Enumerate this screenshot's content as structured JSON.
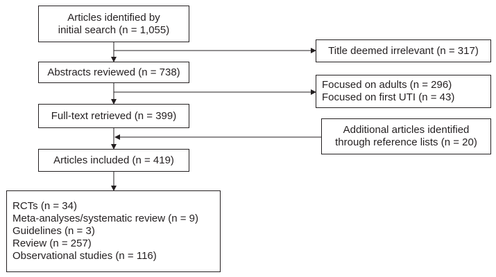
{
  "flowchart": {
    "initial_search": [
      "Articles identified by",
      "initial search (n = 1,055)"
    ],
    "abstracts_reviewed": "Abstracts reviewed (n = 738)",
    "fulltext_retrieved": "Full-text retrieved (n = 399)",
    "articles_included": "Articles included (n = 419)",
    "excluded_title": "Title deemed irrelevant (n = 317)",
    "excluded_abstract": [
      "Focused on adults (n = 296)",
      "Focused on first UTI (n = 43)"
    ],
    "additional_articles": [
      "Additional articles identified",
      "through reference lists (n = 20)"
    ],
    "included_breakdown": [
      "RCTs (n = 34)",
      "Meta-analyses/systematic review (n = 9)",
      "Guidelines (n = 3)",
      "Review (n = 257)",
      "Observational studies (n = 116)"
    ]
  }
}
